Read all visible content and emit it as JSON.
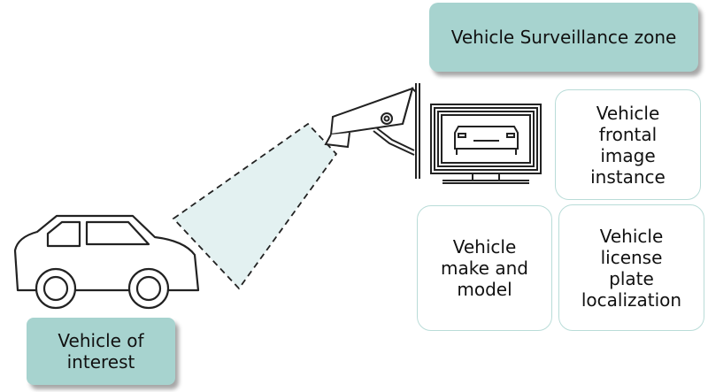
{
  "labels": {
    "surveillance_zone": "Vehicle Surveillance zone",
    "frontal_image": "Vehicle\nfrontal\nimage\ninstance",
    "make_model": "Vehicle\nmake and\nmodel",
    "license_plate": "Vehicle\nlicense\nplate\nlocalization",
    "vehicle_of_interest": "Vehicle of\ninterest"
  },
  "icons": [
    "car-icon",
    "camera-beam",
    "surveillance-camera-icon",
    "monitor-icon",
    "vehicle-front-icon"
  ],
  "colors": {
    "teal_fill": "#a7d3cf",
    "outline_border": "#b9dcd8",
    "beam_fill": "#e3f1f1",
    "stroke": "#222222"
  }
}
